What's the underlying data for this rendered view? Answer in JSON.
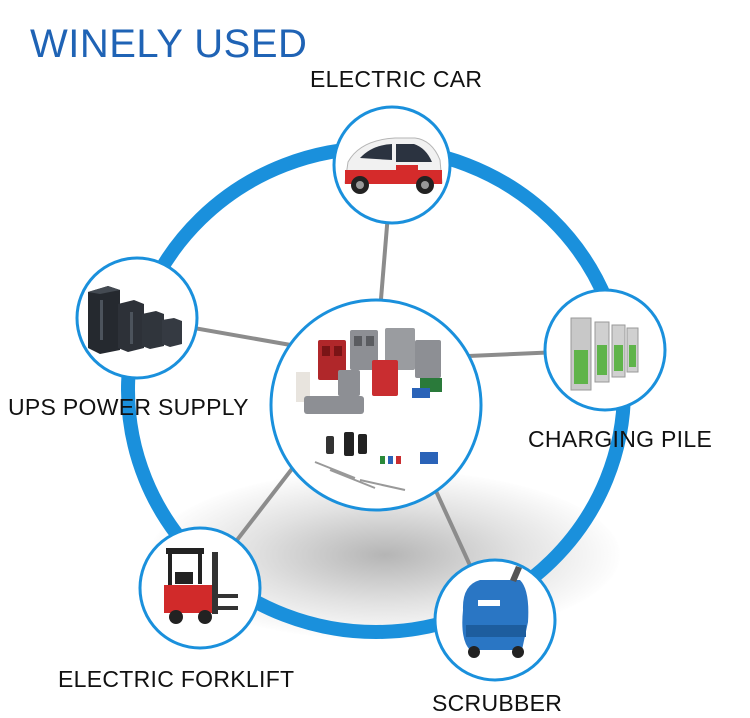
{
  "title": "WINELY USED",
  "colors": {
    "ring": "#1a90dc",
    "title": "#1f63b5",
    "spoke": "#8c8c8c"
  },
  "nodes": [
    {
      "id": "electric-car",
      "label": "ELECTRIC CAR",
      "icon": "electric-car-icon"
    },
    {
      "id": "charging-pile",
      "label": "CHARGING PILE",
      "icon": "charging-pile-icon"
    },
    {
      "id": "scrubber",
      "label": "SCRUBBER",
      "icon": "scrubber-icon"
    },
    {
      "id": "electric-forklift",
      "label": "ELECTRIC FORKLIFT",
      "icon": "forklift-icon"
    },
    {
      "id": "ups-power-supply",
      "label": "UPS POWER SUPPLY",
      "icon": "ups-icon"
    }
  ],
  "center": {
    "icon": "battery-connectors-icon"
  }
}
